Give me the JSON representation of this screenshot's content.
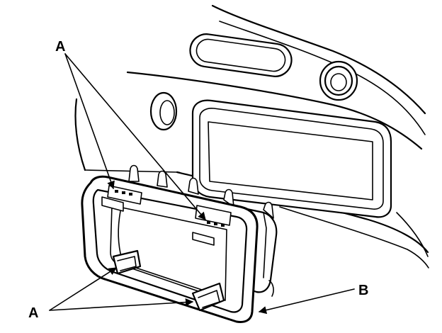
{
  "callouts": {
    "a_top": "A",
    "a_bottom": "A",
    "b": "B"
  }
}
